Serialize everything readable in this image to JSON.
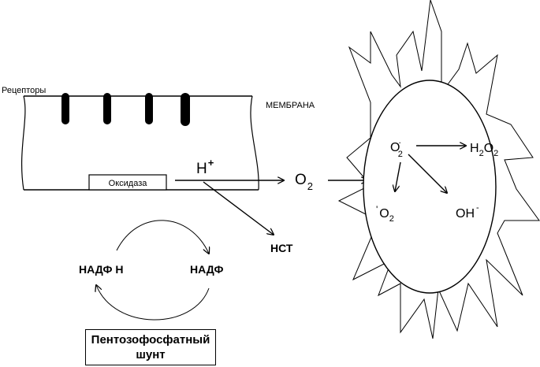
{
  "labels": {
    "receptors": "Рецепторы",
    "membrane": "МЕМБРАНА",
    "oxidase": "Оксидаза",
    "h_plus": {
      "base": "H",
      "sup": "+"
    },
    "o2": {
      "base": "O",
      "sub": "2"
    },
    "nst": "НСТ",
    "nadph_h": "НАДФ Н",
    "nadp": "НАДФ",
    "shunt_line1": "Пентозофосфатный",
    "shunt_line2": "шунт",
    "superoxide": {
      "base": "O",
      "sup": ".",
      "sub": "2"
    },
    "h2o2": {
      "a": "H",
      "s1": "2",
      "b": "O",
      "s2": "2"
    },
    "singlet_o2": {
      "pre": "'",
      "base": "O",
      "sub": "2"
    },
    "oh": {
      "base": "OH",
      "sup": "-"
    }
  }
}
